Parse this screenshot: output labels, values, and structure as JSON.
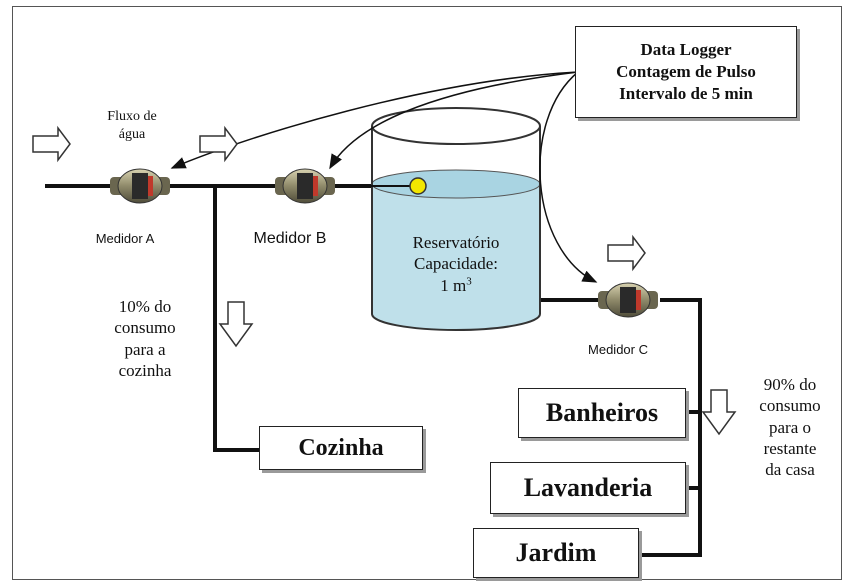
{
  "data_logger": {
    "line1": "Data Logger",
    "line2": "Contagem de Pulso",
    "line3": "Intervalo de 5 min"
  },
  "flow_label": {
    "line1": "Fluxo de",
    "line2": "água"
  },
  "meters": {
    "a": "Medidor A",
    "b": "Medidor B",
    "c": "Medidor C"
  },
  "reservoir": {
    "line1": "Reservatório",
    "line2": "Capacidade:",
    "line3": "1 m",
    "superscript": "3",
    "water_color": "#bfe0ea",
    "float_color": "#f2e600"
  },
  "kitchen_share": {
    "line1": "10% do",
    "line2": "consumo",
    "line3": "para a",
    "line4": "cozinha"
  },
  "rest_share": {
    "line1": "90% do",
    "line2": "consumo",
    "line3": "para  o",
    "line4": "restante",
    "line5": "da casa"
  },
  "destinations": {
    "kitchen": "Cozinha",
    "bathrooms": "Banheiros",
    "laundry": "Lavanderia",
    "garden": "Jardim"
  }
}
